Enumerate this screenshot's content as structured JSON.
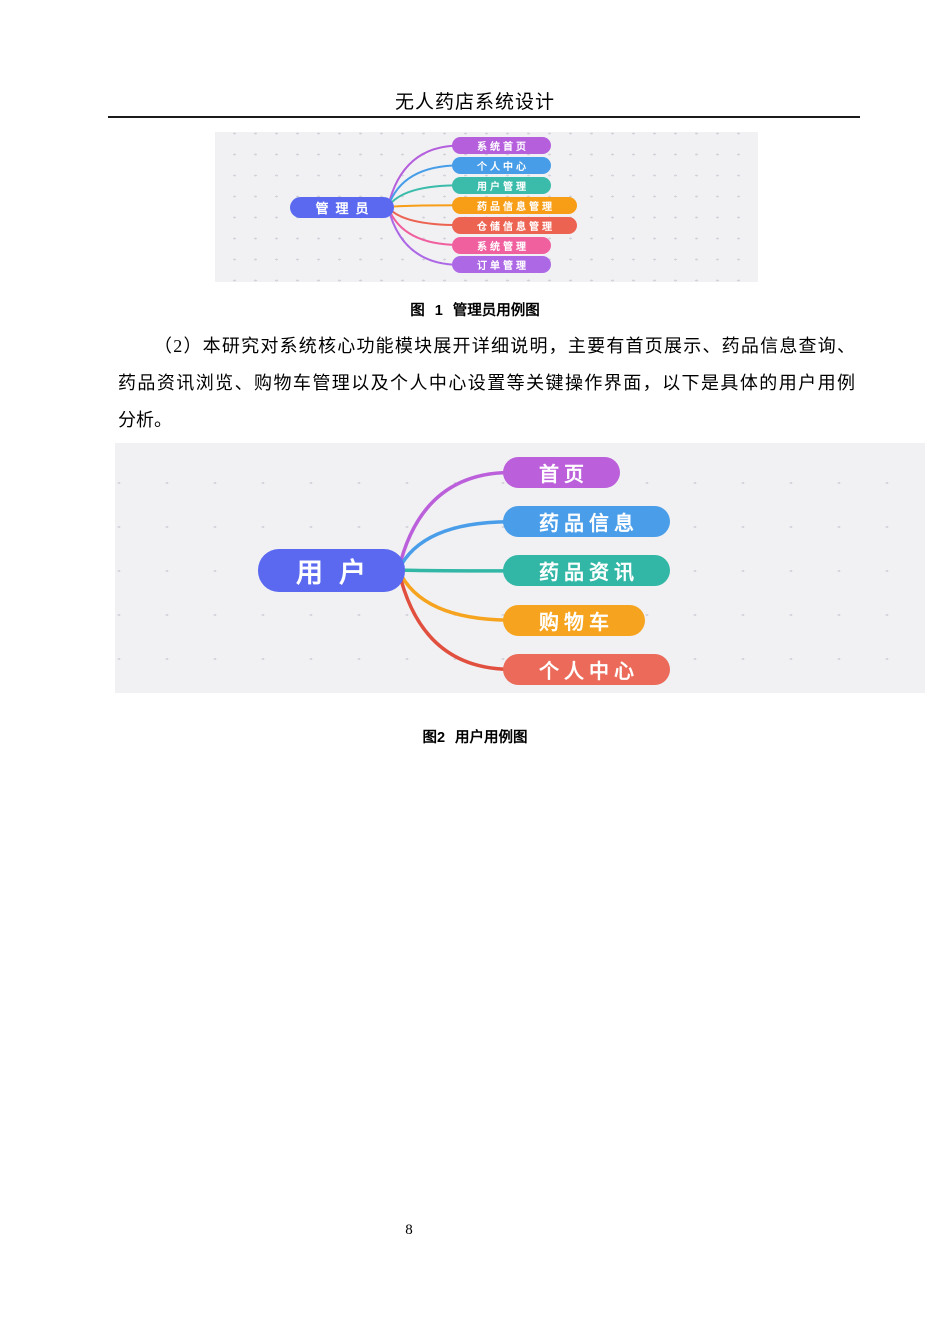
{
  "header": {
    "title": "无人药店系统设计"
  },
  "page": {
    "number": "8"
  },
  "body": {
    "paragraph_lines": [
      "（2）本研究对系统核心功能模块展开详细说明，主要有首页展示、药品信息查询、",
      "药品资讯浏览、购物车管理以及个人中心设置等关键操作界面，以下是具体的用户用例",
      "分析。"
    ]
  },
  "figure1": {
    "caption": "图 1 管理员用例图",
    "mindmap": {
      "root": {
        "label": "管理员",
        "color": "#5b69f0"
      },
      "branches": [
        {
          "label": "系统首页",
          "color": "#b55fdd"
        },
        {
          "label": "个人中心",
          "color": "#479de8"
        },
        {
          "label": "用户管理",
          "color": "#3bbcab"
        },
        {
          "label": "药品信息管理",
          "color": "#f79d16"
        },
        {
          "label": "仓储信息管理",
          "color": "#ed6352"
        },
        {
          "label": "系统管理",
          "color": "#f0609f"
        },
        {
          "label": "订单管理",
          "color": "#ad68e5"
        }
      ]
    }
  },
  "figure2": {
    "caption": "图2 用户用例图",
    "mindmap": {
      "root": {
        "label": "用户",
        "color": "#5b69f0"
      },
      "branches": [
        {
          "label": "首页",
          "color": "#bb60da"
        },
        {
          "label": "药品信息",
          "color": "#4a9de9"
        },
        {
          "label": "药品资讯",
          "color": "#32b7a6"
        },
        {
          "label": "购物车",
          "color": "#f6a41f"
        },
        {
          "label": "个人中心",
          "color": "#eb6a59",
          "line_color": "#e1503f"
        }
      ]
    }
  }
}
